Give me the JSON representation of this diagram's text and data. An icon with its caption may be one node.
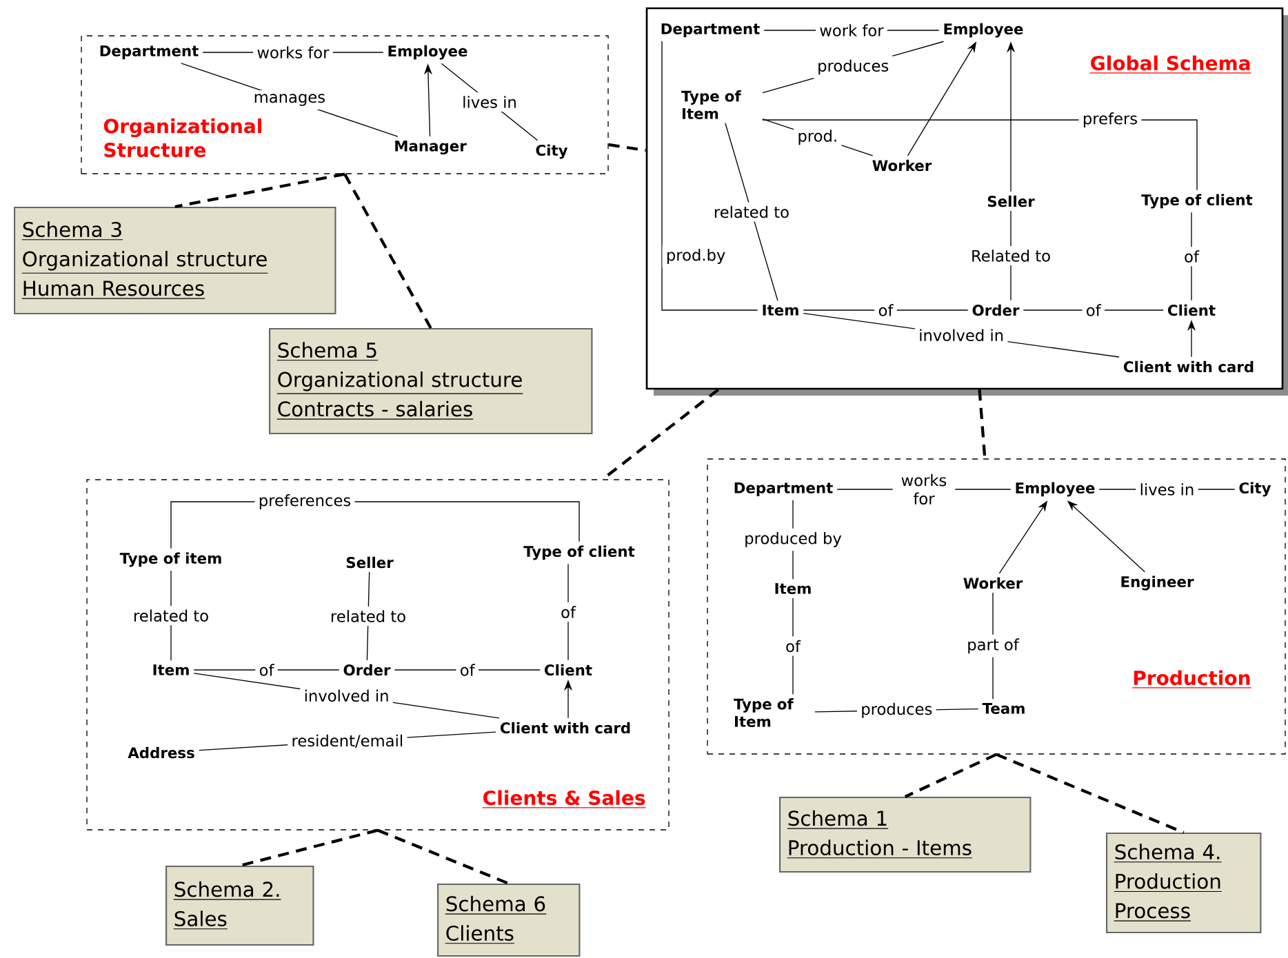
{
  "diagram": {
    "nodes": [
      {
        "text": [
          "Organizational Structure"
        ]
      },
      {
        "text": [
          "Department"
        ],
        "in": 0
      },
      {
        "text": [
          "Employee"
        ],
        "in": 0
      },
      {
        "text": [
          "Manager"
        ],
        "in": 0
      },
      {
        "text": [
          "City"
        ],
        "in": 0
      },
      {
        "text": [
          "Global Schema"
        ]
      },
      {
        "text": [
          "Department"
        ],
        "in": 5
      },
      {
        "text": [
          "Employee"
        ],
        "in": 5
      },
      {
        "text": [
          "Type of Item"
        ],
        "in": 5
      },
      {
        "text": [
          "Worker"
        ],
        "in": 5
      },
      {
        "text": [
          "Seller"
        ],
        "in": 5
      },
      {
        "text": [
          "Type of client"
        ],
        "in": 5
      },
      {
        "text": [
          "Item"
        ],
        "in": 5
      },
      {
        "text": [
          "Order"
        ],
        "in": 5
      },
      {
        "text": [
          "Client"
        ],
        "in": 5
      },
      {
        "text": [
          "Client with card"
        ],
        "in": 5
      },
      {
        "text": [
          "Clients & Sales"
        ]
      },
      {
        "text": [
          "Type of item"
        ],
        "in": 16
      },
      {
        "text": [
          "Seller"
        ],
        "in": 16
      },
      {
        "text": [
          "Type of client"
        ],
        "in": 16
      },
      {
        "text": [
          "Item"
        ],
        "in": 16
      },
      {
        "text": [
          "Order"
        ],
        "in": 16
      },
      {
        "text": [
          "Client"
        ],
        "in": 16
      },
      {
        "text": [
          "Client with card"
        ],
        "in": 16
      },
      {
        "text": [
          "Address"
        ],
        "in": 16
      },
      {
        "text": [
          "Production"
        ]
      },
      {
        "text": [
          "Department"
        ],
        "in": 25
      },
      {
        "text": [
          "Employee"
        ],
        "in": 25
      },
      {
        "text": [
          "City"
        ],
        "in": 25
      },
      {
        "text": [
          "Item"
        ],
        "in": 25
      },
      {
        "text": [
          "Worker"
        ],
        "in": 25
      },
      {
        "text": [
          "Engineer"
        ],
        "in": 25
      },
      {
        "text": [
          "Type of Item"
        ],
        "in": 25
      },
      {
        "text": [
          "Team"
        ],
        "in": 25
      },
      {
        "text": [
          "Schema 3",
          "Organizational structure",
          "Human Resources"
        ]
      },
      {
        "text": [
          "Schema 5",
          "Organizational structure",
          "Contracts - salaries"
        ]
      },
      {
        "text": [
          "Schema 2.",
          "Sales"
        ]
      },
      {
        "text": [
          "Schema 6",
          "Clients"
        ]
      },
      {
        "text": [
          "Schema 1",
          "Production - Items"
        ]
      },
      {
        "text": [
          "Schema 4.",
          "Production",
          "Process"
        ]
      }
    ],
    "edges": [
      {
        "from": 1,
        "to": 2,
        "arrow": "none",
        "label": "works for"
      },
      {
        "from": 1,
        "to": 3,
        "arrow": "none",
        "label": "manages"
      },
      {
        "from": 3,
        "to": 2,
        "arrow": "to"
      },
      {
        "from": 2,
        "to": 4,
        "arrow": "none",
        "label": "lives in"
      },
      {
        "from": 6,
        "to": 7,
        "arrow": "none",
        "label": "work for"
      },
      {
        "from": 8,
        "to": 7,
        "arrow": "none",
        "label": "produces"
      },
      {
        "from": 8,
        "to": 9,
        "arrow": "none",
        "label": "prod."
      },
      {
        "from": 9,
        "to": 7,
        "arrow": "to"
      },
      {
        "from": 10,
        "to": 7,
        "arrow": "to"
      },
      {
        "from": 8,
        "to": 11,
        "arrow": "none",
        "label": "prefers"
      },
      {
        "from": 8,
        "to": 12,
        "arrow": "none",
        "label": "related to"
      },
      {
        "from": 6,
        "to": 12,
        "arrow": "none",
        "label": "prod.by"
      },
      {
        "from": 10,
        "to": 13,
        "arrow": "none",
        "label": "Related to"
      },
      {
        "from": 11,
        "to": 14,
        "arrow": "none",
        "label": "of"
      },
      {
        "from": 12,
        "to": 13,
        "arrow": "none",
        "label": "of"
      },
      {
        "from": 13,
        "to": 14,
        "arrow": "none",
        "label": "of"
      },
      {
        "from": 15,
        "to": 14,
        "arrow": "to"
      },
      {
        "from": 12,
        "to": 15,
        "arrow": "none",
        "label": "involved in"
      },
      {
        "from": 17,
        "to": 19,
        "arrow": "none",
        "label": "preferences"
      },
      {
        "from": 17,
        "to": 20,
        "arrow": "none",
        "label": "related to"
      },
      {
        "from": 18,
        "to": 21,
        "arrow": "none",
        "label": "related to"
      },
      {
        "from": 19,
        "to": 22,
        "arrow": "none",
        "label": "of"
      },
      {
        "from": 20,
        "to": 21,
        "arrow": "none",
        "label": "of"
      },
      {
        "from": 21,
        "to": 22,
        "arrow": "none",
        "label": "of"
      },
      {
        "from": 23,
        "to": 22,
        "arrow": "to"
      },
      {
        "from": 20,
        "to": 23,
        "arrow": "none",
        "label": "involved in"
      },
      {
        "from": 24,
        "to": 23,
        "arrow": "none",
        "label": "resident/email"
      },
      {
        "from": 26,
        "to": 27,
        "arrow": "none",
        "label": "works for"
      },
      {
        "from": 27,
        "to": 28,
        "arrow": "none",
        "label": "lives in"
      },
      {
        "from": 26,
        "to": 29,
        "arrow": "none",
        "label": "produced by"
      },
      {
        "from": 29,
        "to": 32,
        "arrow": "none",
        "label": "of"
      },
      {
        "from": 30,
        "to": 27,
        "arrow": "to"
      },
      {
        "from": 31,
        "to": 27,
        "arrow": "to"
      },
      {
        "from": 30,
        "to": 33,
        "arrow": "none",
        "label": "part of"
      },
      {
        "from": 32,
        "to": 33,
        "arrow": "none",
        "label": "produces"
      },
      {
        "from": 0,
        "to": 5,
        "arrow": "none",
        "style": "dashed"
      },
      {
        "from": 0,
        "to": 34,
        "arrow": "none",
        "style": "dashed"
      },
      {
        "from": 0,
        "to": 35,
        "arrow": "none",
        "style": "dashed"
      },
      {
        "from": 5,
        "to": 16,
        "arrow": "none",
        "style": "dashed"
      },
      {
        "from": 5,
        "to": 25,
        "arrow": "none",
        "style": "dashed"
      },
      {
        "from": 16,
        "to": 36,
        "arrow": "none",
        "style": "dashed"
      },
      {
        "from": 16,
        "to": 37,
        "arrow": "none",
        "style": "dashed"
      },
      {
        "from": 25,
        "to": 38,
        "arrow": "none",
        "style": "dashed"
      },
      {
        "from": 25,
        "to": 39,
        "arrow": "none",
        "style": "dashed"
      }
    ]
  }
}
